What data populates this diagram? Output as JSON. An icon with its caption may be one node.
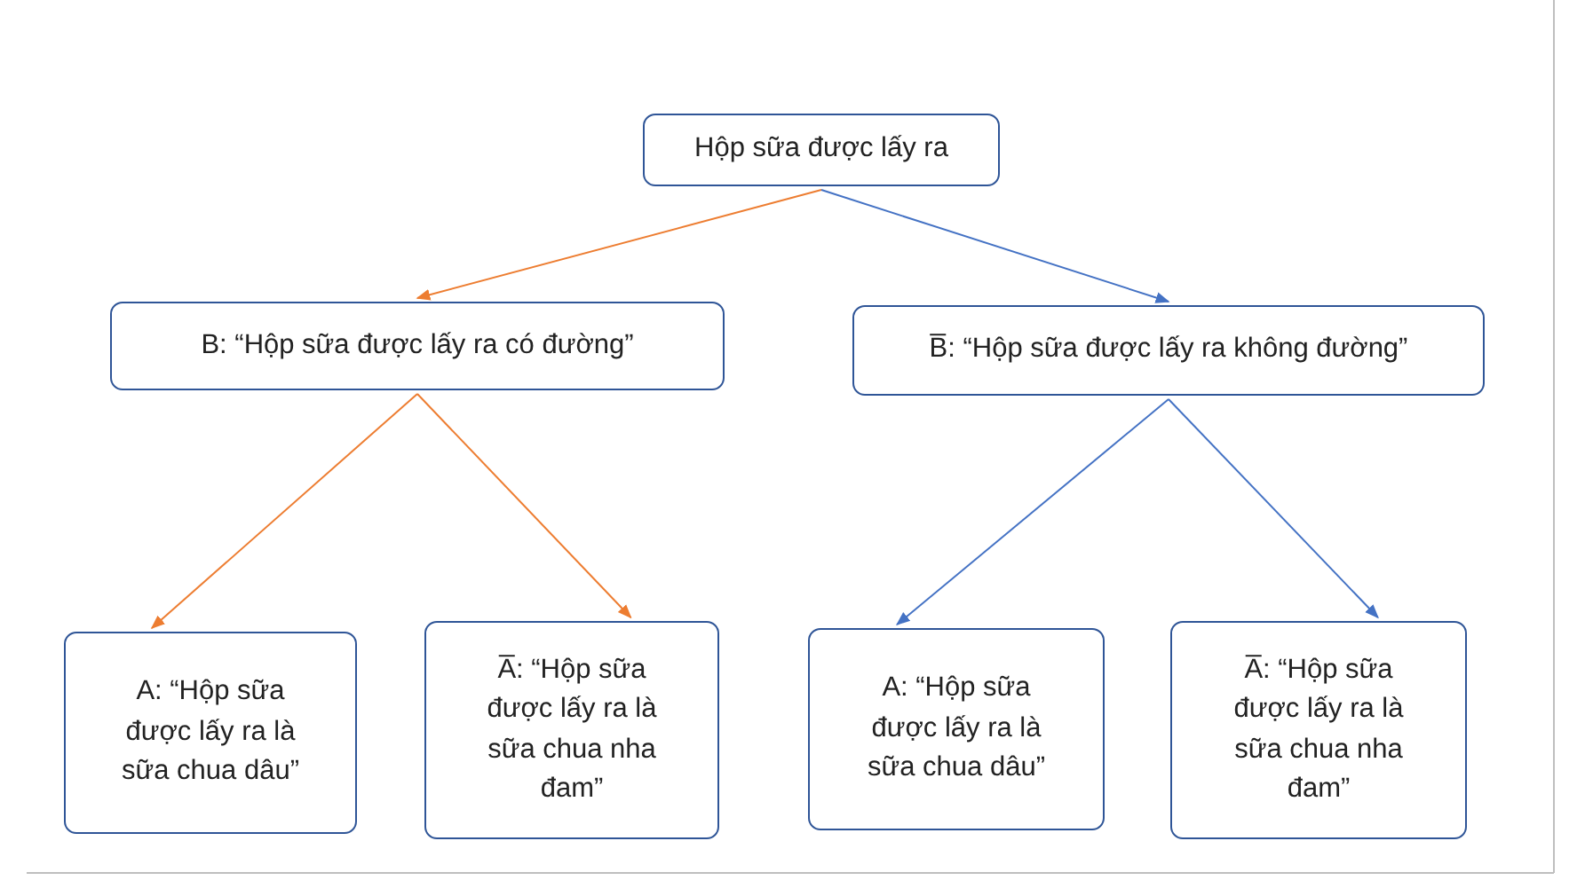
{
  "diagram": {
    "nodes": [
      {
        "text": [
          "Hộp sữa được lấy ra"
        ]
      },
      {
        "text": [
          "B: “Hộp sữa được lấy ra có đường”"
        ]
      },
      {
        "text": [
          "B̅: “Hộp sữa được lấy ra không đường”"
        ]
      },
      {
        "text": [
          "A: “Hộp sữa được lấy ra là sữa chua dâu”"
        ]
      },
      {
        "text": [
          "A̅: “Hộp sữa được lấy ra là sữa chua nha đam”"
        ]
      },
      {
        "text": [
          "A: “Hộp sữa được lấy ra là sữa chua dâu”"
        ]
      },
      {
        "text": [
          "A̅: “Hộp sữa được lấy ra là sữa chua nha đam”"
        ]
      }
    ],
    "edges": [
      {
        "from": 0,
        "to": 1,
        "arrow": "to",
        "color": "#ed7d31"
      },
      {
        "from": 0,
        "to": 2,
        "arrow": "to",
        "color": "#4472c4"
      },
      {
        "from": 1,
        "to": 3,
        "arrow": "to",
        "color": "#ed7d31"
      },
      {
        "from": 1,
        "to": 4,
        "arrow": "to",
        "color": "#ed7d31"
      },
      {
        "from": 2,
        "to": 5,
        "arrow": "to",
        "color": "#4472c4"
      },
      {
        "from": 2,
        "to": 6,
        "arrow": "to",
        "color": "#4472c4"
      }
    ]
  }
}
